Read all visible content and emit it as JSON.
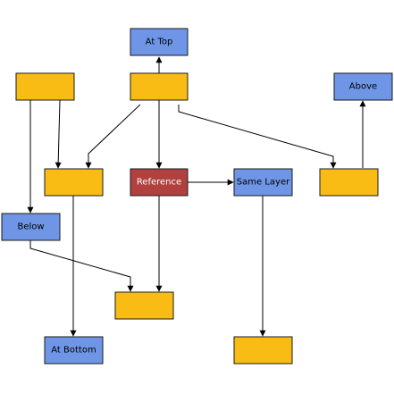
{
  "colors": {
    "yellow": "#f9bc15",
    "blue": "#6f96e6",
    "red": "#b0413e",
    "border": "#1a1a1a",
    "dark_text": "#000000",
    "light_text": "#ffffff"
  },
  "nodes": {
    "at_top": {
      "label": "At Top",
      "fill": "blue"
    },
    "above": {
      "label": "Above",
      "fill": "blue"
    },
    "reference": {
      "label": "Reference",
      "fill": "red"
    },
    "same_layer": {
      "label": "Same Layer",
      "fill": "blue"
    },
    "below": {
      "label": "Below",
      "fill": "blue"
    },
    "at_bottom": {
      "label": "At Bottom",
      "fill": "blue"
    },
    "box_top_left": {
      "label": "",
      "fill": "yellow"
    },
    "box_top_mid": {
      "label": "",
      "fill": "yellow"
    },
    "box_mid_left": {
      "label": "",
      "fill": "yellow"
    },
    "box_mid_right": {
      "label": "",
      "fill": "yellow"
    },
    "box_low_mid": {
      "label": "",
      "fill": "yellow"
    },
    "box_bottom_right": {
      "label": "",
      "fill": "yellow"
    }
  },
  "edges": [
    {
      "from": "box_top_mid",
      "to": "at_top"
    },
    {
      "from": "box_top_mid",
      "to": "box_mid_left"
    },
    {
      "from": "box_top_mid",
      "to": "reference"
    },
    {
      "from": "box_top_mid",
      "to": "box_mid_right"
    },
    {
      "from": "box_top_left",
      "to": "box_mid_left"
    },
    {
      "from": "box_top_left",
      "to": "below"
    },
    {
      "from": "box_mid_right",
      "to": "above"
    },
    {
      "from": "reference",
      "to": "same_layer"
    },
    {
      "from": "reference",
      "to": "box_low_mid"
    },
    {
      "from": "box_mid_left",
      "to": "at_bottom"
    },
    {
      "from": "below",
      "to": "box_low_mid"
    },
    {
      "from": "same_layer",
      "to": "box_bottom_right"
    }
  ]
}
